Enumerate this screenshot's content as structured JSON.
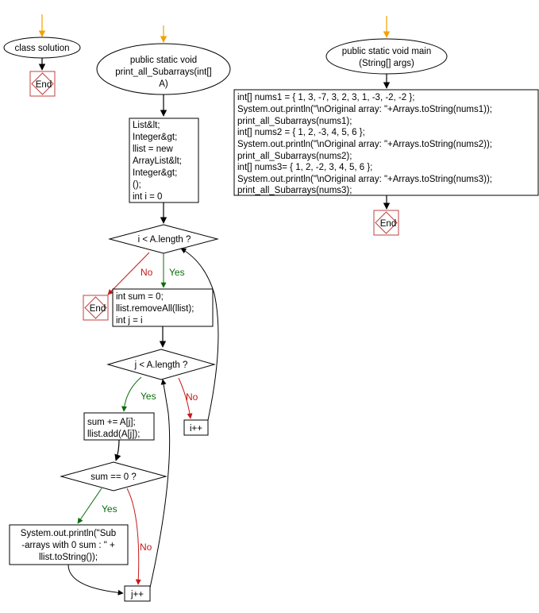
{
  "columns": {
    "class": {
      "start_label": "class solution",
      "end_label": "End"
    },
    "print_all": {
      "header": [
        "public static void",
        "print_all_Subarrays(int[]",
        "A)"
      ],
      "init": [
        "List&lt;",
        "Integer&gt;",
        "llist = new",
        "ArrayList&lt;",
        "Integer&gt;",
        "();",
        "int i = 0"
      ],
      "outer_condition": "i < A.length ?",
      "outer_no": "No",
      "outer_yes": "Yes",
      "end_label": "End",
      "outer_body": [
        "int sum = 0;",
        "llist.removeAll(llist);",
        "int j = i"
      ],
      "inner_condition": "j < A.length ?",
      "inner_yes": "Yes",
      "inner_no": "No",
      "increment_i": "i++",
      "inner_body": [
        "sum += A[j];",
        "llist.add(A[j]);"
      ],
      "sum_condition": "sum == 0 ?",
      "sum_yes": "Yes",
      "sum_no": "No",
      "print_stmt": [
        "System.out.println(\"Sub",
        "-arrays with 0 sum : \" +",
        "llist.toString());"
      ],
      "increment_j": "j++"
    },
    "main": {
      "header": [
        "public static void main",
        "(String[] args)"
      ],
      "body": [
        "int[] nums1 = { 1, 3, -7, 3, 2, 3, 1, -3, -2, -2 };",
        "System.out.println(\"\\nOriginal array: \"+Arrays.toString(nums1));",
        "print_all_Subarrays(nums1);",
        "int[] nums2 = { 1, 2, -3, 4, 5, 6 };",
        "System.out.println(\"\\nOriginal array: \"+Arrays.toString(nums2));",
        "print_all_Subarrays(nums2);",
        "int[] nums3= { 1, 2, -2, 3, 4, 5, 6 };",
        "System.out.println(\"\\nOriginal array: \"+Arrays.toString(nums3));",
        "print_all_Subarrays(nums3);"
      ],
      "end_label": "End"
    }
  },
  "colors": {
    "start_arrow": "#f5a000",
    "yes": "#0a6b0a",
    "no": "#c81818",
    "end_border": "#c04040"
  }
}
